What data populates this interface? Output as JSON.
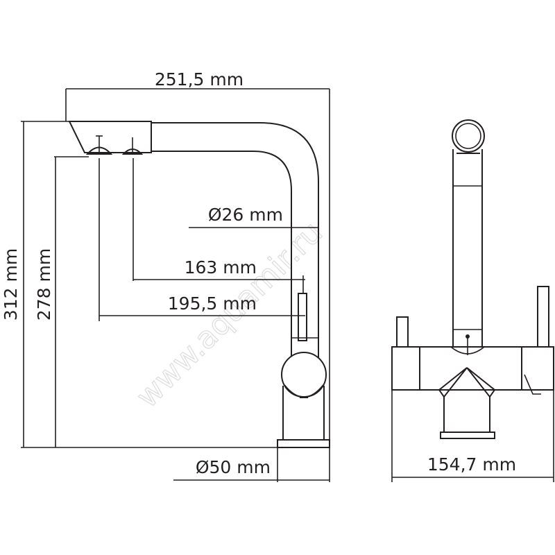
{
  "drawing": {
    "watermark": "www.aquamir.ru",
    "colors": {
      "line": "#231f20",
      "background": "#ffffff",
      "watermark": "#dcdcdc"
    },
    "side_view": {
      "dimensions": {
        "total_length": "251,5 mm",
        "total_height": "312 mm",
        "spout_height": "278 mm",
        "spout_diameter": "Ø26 mm",
        "reach_1": "163 mm",
        "reach_2": "195,5 mm",
        "base_diameter": "Ø50 mm"
      }
    },
    "front_view": {
      "dimensions": {
        "width": "154,7 mm"
      }
    }
  }
}
